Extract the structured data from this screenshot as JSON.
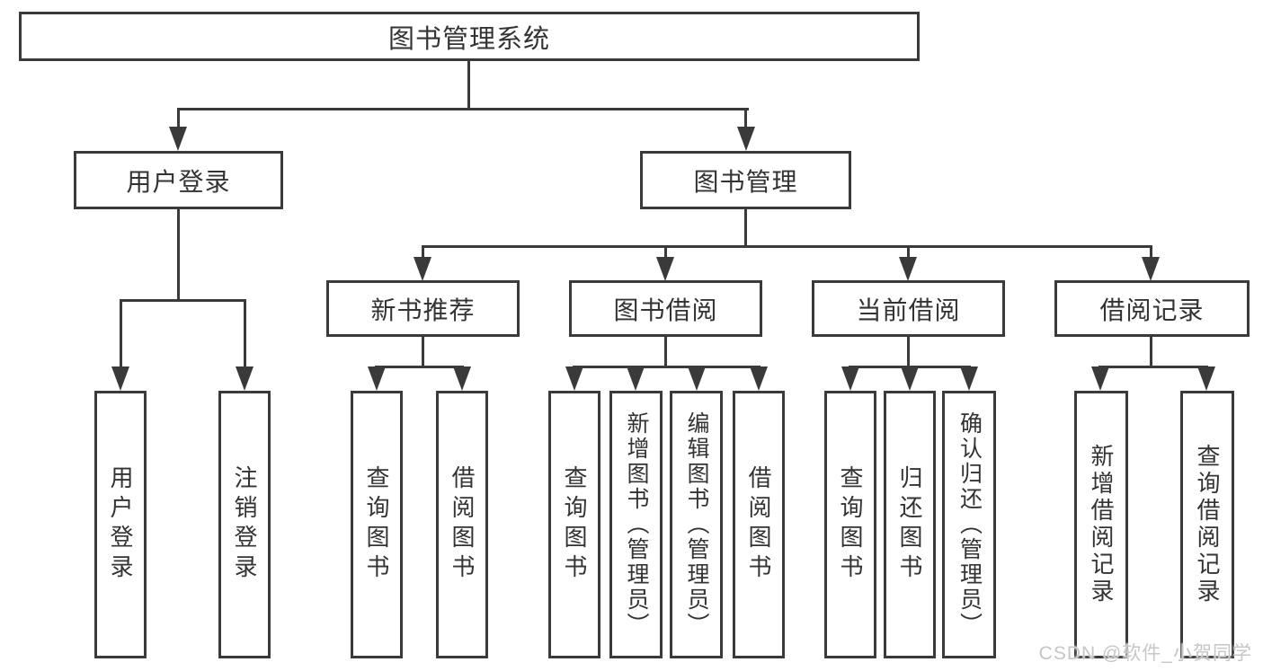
{
  "diagram": {
    "title": "图书管理系统",
    "level2": [
      {
        "label": "用户登录"
      },
      {
        "label": "图书管理"
      }
    ],
    "level3": [
      {
        "label": "新书推荐"
      },
      {
        "label": "图书借阅"
      },
      {
        "label": "当前借阅"
      },
      {
        "label": "借阅记录"
      }
    ],
    "leaves": [
      {
        "label": "用户登录"
      },
      {
        "label": "注销登录"
      },
      {
        "label": "查询图书"
      },
      {
        "label": "借阅图书"
      },
      {
        "label": "查询图书"
      },
      {
        "label": "新增图书（管理员）"
      },
      {
        "label": "编辑图书（管理员）"
      },
      {
        "label": "借阅图书"
      },
      {
        "label": "查询图书"
      },
      {
        "label": "归还图书"
      },
      {
        "label": "确认归还（管理员）"
      },
      {
        "label": "新增借阅记录"
      },
      {
        "label": "查询借阅记录"
      }
    ]
  },
  "watermark": {
    "text": "CSDN @软件_小贺同学"
  },
  "colors": {
    "line": "#3a3a3a",
    "text": "#333333",
    "watermark": "#c6c6c6",
    "background": "#ffffff"
  }
}
